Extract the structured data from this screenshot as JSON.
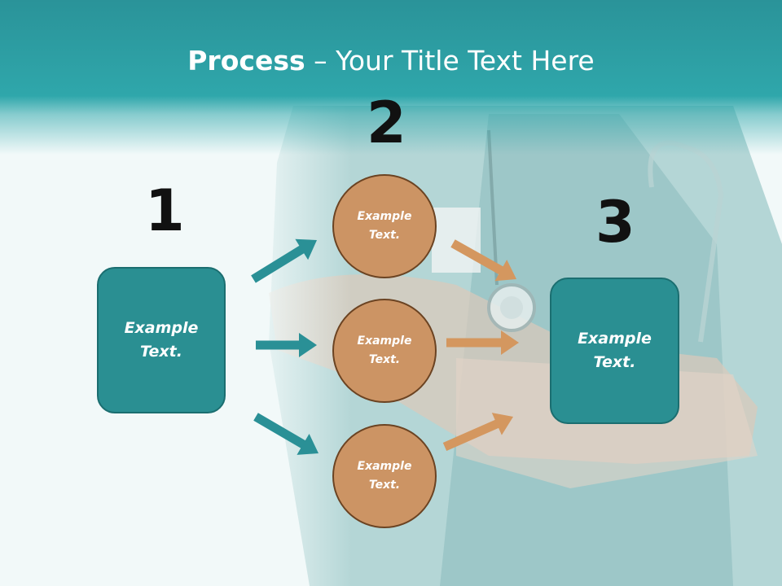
{
  "title": {
    "bold": "Process",
    "rest": " – Your Title Text Here"
  },
  "steps": {
    "n1": "1",
    "n2": "2",
    "n3": "3"
  },
  "nodes": {
    "box1": "Example\nText.",
    "circle_top": "Example\nText.",
    "circle_mid": "Example\nText.",
    "circle_bot": "Example\nText.",
    "box3": "Example\nText."
  },
  "colors": {
    "teal": "#2a8f92",
    "teal_arrow": "#2a9096",
    "orange": "#cc9464",
    "orange_arrow": "#d4975f"
  }
}
